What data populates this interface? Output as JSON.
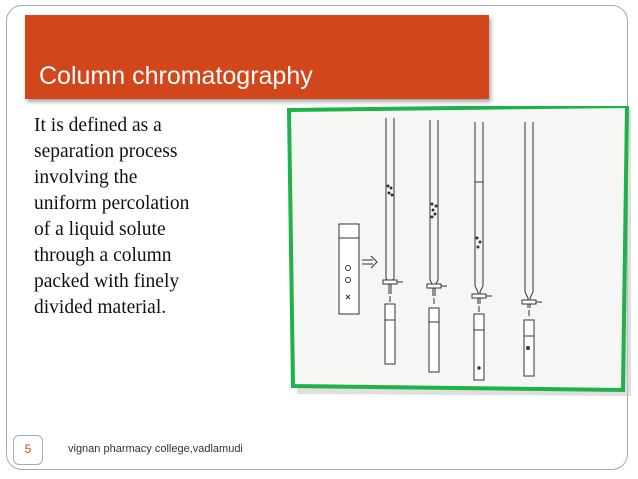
{
  "slide": {
    "title": "Column chromatography",
    "body_lines": [
      "It is defined as a",
      "separation process",
      "involving the",
      "uniform percolation",
      "of a liquid solute",
      "through a column",
      "packed with finely",
      "divided material."
    ],
    "slide_number": "5",
    "footer": "vignan pharmacy college,vadlamudi"
  },
  "colors": {
    "title_bar": "#d2461b",
    "figure_border": "#1fb14a",
    "frame_border": "#a9a9a9"
  }
}
